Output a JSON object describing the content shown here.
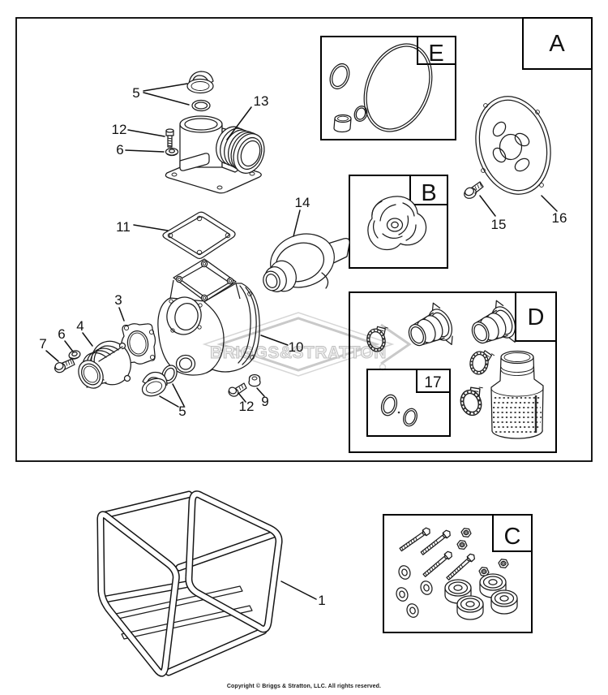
{
  "page": {
    "watermark": "BRIGGS&STRATTON",
    "copyright": "Copyright © Briggs & Stratton, LLC. All rights reserved."
  },
  "panels": {
    "a": "A",
    "b": "B",
    "c": "C",
    "d": "D",
    "e": "E",
    "inset17": "17"
  },
  "callouts": {
    "n1": "1",
    "n3": "3",
    "n4": "4",
    "n5_top": "5",
    "n5_bottom": "5",
    "n6_top": "6",
    "n6_left": "6",
    "n7": "7",
    "n9": "9",
    "n10": "10",
    "n11": "11",
    "n12_top": "12",
    "n12_bottom": "12",
    "n13": "13",
    "n14": "14",
    "n15": "15",
    "n16": "16"
  }
}
